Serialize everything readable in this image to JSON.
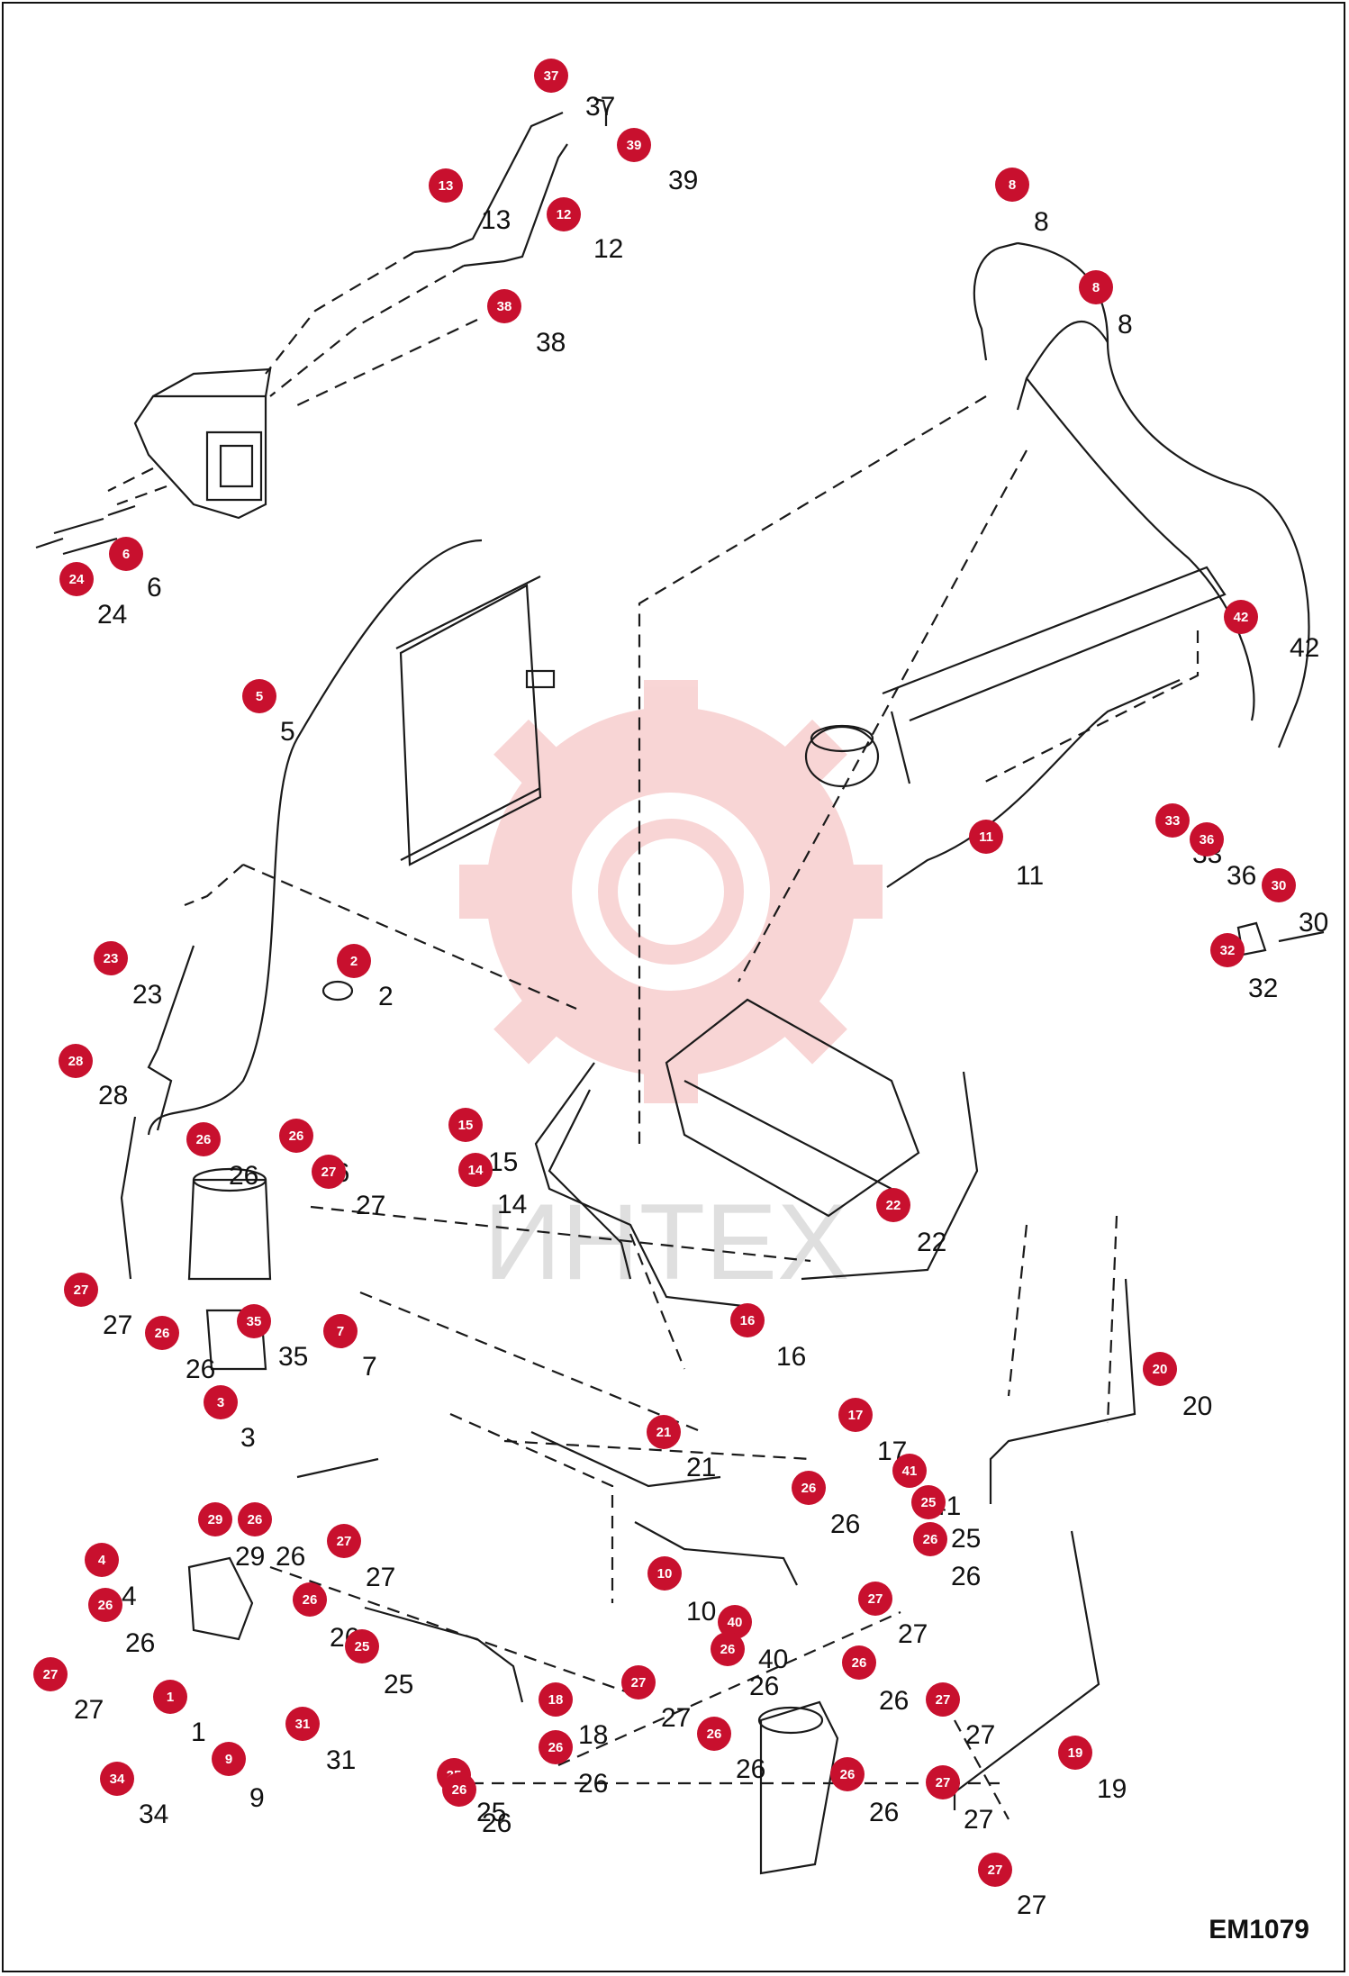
{
  "drawing": {
    "id": "EM1079",
    "watermark_text": "ИНТЕХ"
  },
  "colors": {
    "badge": "#c8102e",
    "line": "#1a1a1a",
    "watermark": "#f4b4b4"
  },
  "callouts": [
    {
      "num": "37",
      "label": "37"
    },
    {
      "num": "39",
      "label": "39"
    },
    {
      "num": "13",
      "label": "13"
    },
    {
      "num": "12",
      "label": "12"
    },
    {
      "num": "38",
      "label": "38"
    },
    {
      "num": "8",
      "label": "8"
    },
    {
      "num": "8b",
      "label": "8"
    },
    {
      "num": "6",
      "label": "6"
    },
    {
      "num": "24",
      "label": "24"
    },
    {
      "num": "5",
      "label": "5"
    },
    {
      "num": "42",
      "label": "42"
    },
    {
      "num": "11",
      "label": "11"
    },
    {
      "num": "33",
      "label": "33"
    },
    {
      "num": "36",
      "label": "36"
    },
    {
      "num": "30",
      "label": "30"
    },
    {
      "num": "32",
      "label": "32"
    },
    {
      "num": "2",
      "label": "2"
    },
    {
      "num": "23",
      "label": "23"
    },
    {
      "num": "28",
      "label": "28"
    },
    {
      "num": "26a",
      "label": "26"
    },
    {
      "num": "26b",
      "label": "26"
    },
    {
      "num": "27a",
      "label": "27"
    },
    {
      "num": "15",
      "label": "15"
    },
    {
      "num": "14",
      "label": "14"
    },
    {
      "num": "22",
      "label": "22"
    },
    {
      "num": "27b",
      "label": "27"
    },
    {
      "num": "26c",
      "label": "26"
    },
    {
      "num": "35",
      "label": "35"
    },
    {
      "num": "7",
      "label": "7"
    },
    {
      "num": "3",
      "label": "3"
    },
    {
      "num": "16",
      "label": "16"
    },
    {
      "num": "20",
      "label": "20"
    },
    {
      "num": "17",
      "label": "17"
    },
    {
      "num": "21",
      "label": "21"
    },
    {
      "num": "41",
      "label": "41"
    },
    {
      "num": "26d",
      "label": "26"
    },
    {
      "num": "25a",
      "label": "25"
    },
    {
      "num": "26e",
      "label": "26"
    },
    {
      "num": "29",
      "label": "29"
    },
    {
      "num": "26f",
      "label": "26"
    },
    {
      "num": "27c",
      "label": "27"
    },
    {
      "num": "4",
      "label": "4"
    },
    {
      "num": "10",
      "label": "10"
    },
    {
      "num": "27d",
      "label": "27"
    },
    {
      "num": "26g",
      "label": "26"
    },
    {
      "num": "26h",
      "label": "26"
    },
    {
      "num": "25b",
      "label": "25"
    },
    {
      "num": "40",
      "label": "40"
    },
    {
      "num": "26i",
      "label": "26"
    },
    {
      "num": "26j",
      "label": "26"
    },
    {
      "num": "27e",
      "label": "27"
    },
    {
      "num": "1",
      "label": "1"
    },
    {
      "num": "27f",
      "label": "27"
    },
    {
      "num": "18",
      "label": "18"
    },
    {
      "num": "27g",
      "label": "27"
    },
    {
      "num": "26k",
      "label": "26"
    },
    {
      "num": "31",
      "label": "31"
    },
    {
      "num": "26l",
      "label": "26"
    },
    {
      "num": "27h",
      "label": "27"
    },
    {
      "num": "9",
      "label": "9"
    },
    {
      "num": "25c",
      "label": "25"
    },
    {
      "num": "26m",
      "label": "26"
    },
    {
      "num": "19",
      "label": "19"
    },
    {
      "num": "26n",
      "label": "26"
    },
    {
      "num": "34",
      "label": "34"
    },
    {
      "num": "27i",
      "label": "27"
    }
  ]
}
